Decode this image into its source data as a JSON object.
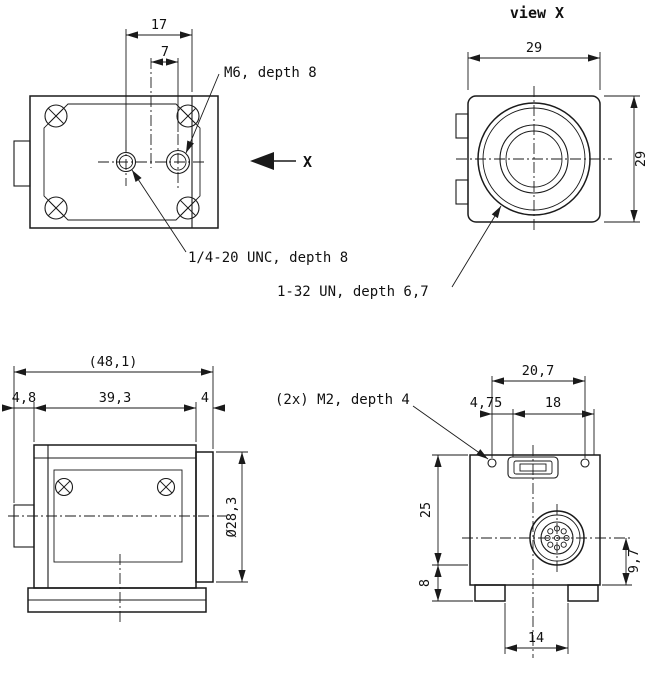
{
  "meta": {
    "background": "#ffffff",
    "line_color": "#1a1a1a"
  },
  "top_view": {
    "dim_17": "17",
    "dim_7": "7",
    "label_m6": "M6, depth 8",
    "label_unc": "1/4-20 UNC, depth 8",
    "view_direction_label": "X"
  },
  "front_view": {
    "title": "view X",
    "dim_width": "29",
    "dim_height": "29",
    "label_mount_thread": "1-32 UN, depth 6,7"
  },
  "side_view": {
    "dim_overall": "(48,1)",
    "dim_left": "4,8",
    "dim_body": "39,3",
    "dim_front": "4",
    "dim_diameter": "Ø28,3"
  },
  "rear_view": {
    "label_m2": "(2x) M2, depth 4",
    "dim_holes": "20,7",
    "dim_offset": "4,75",
    "dim_usb": "18",
    "dim_height_upper": "25",
    "dim_connector_offset": "9,7",
    "dim_height_lower": "8",
    "dim_feet": "14"
  }
}
